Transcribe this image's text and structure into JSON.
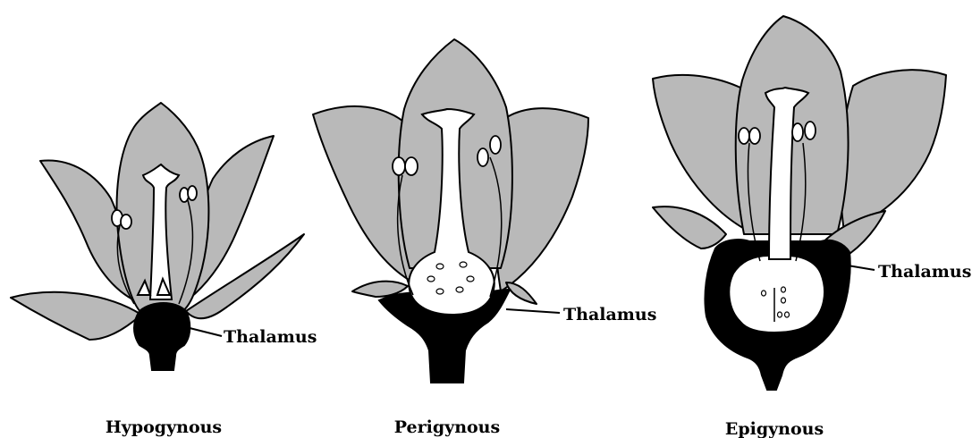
{
  "flowers": [
    {
      "caption": "Hypogynous",
      "pointer_label": "Thalamus"
    },
    {
      "caption": "Perigynous",
      "pointer_label": "Thalamus"
    },
    {
      "caption": "Epigynous",
      "pointer_label": "Thalamus"
    }
  ]
}
